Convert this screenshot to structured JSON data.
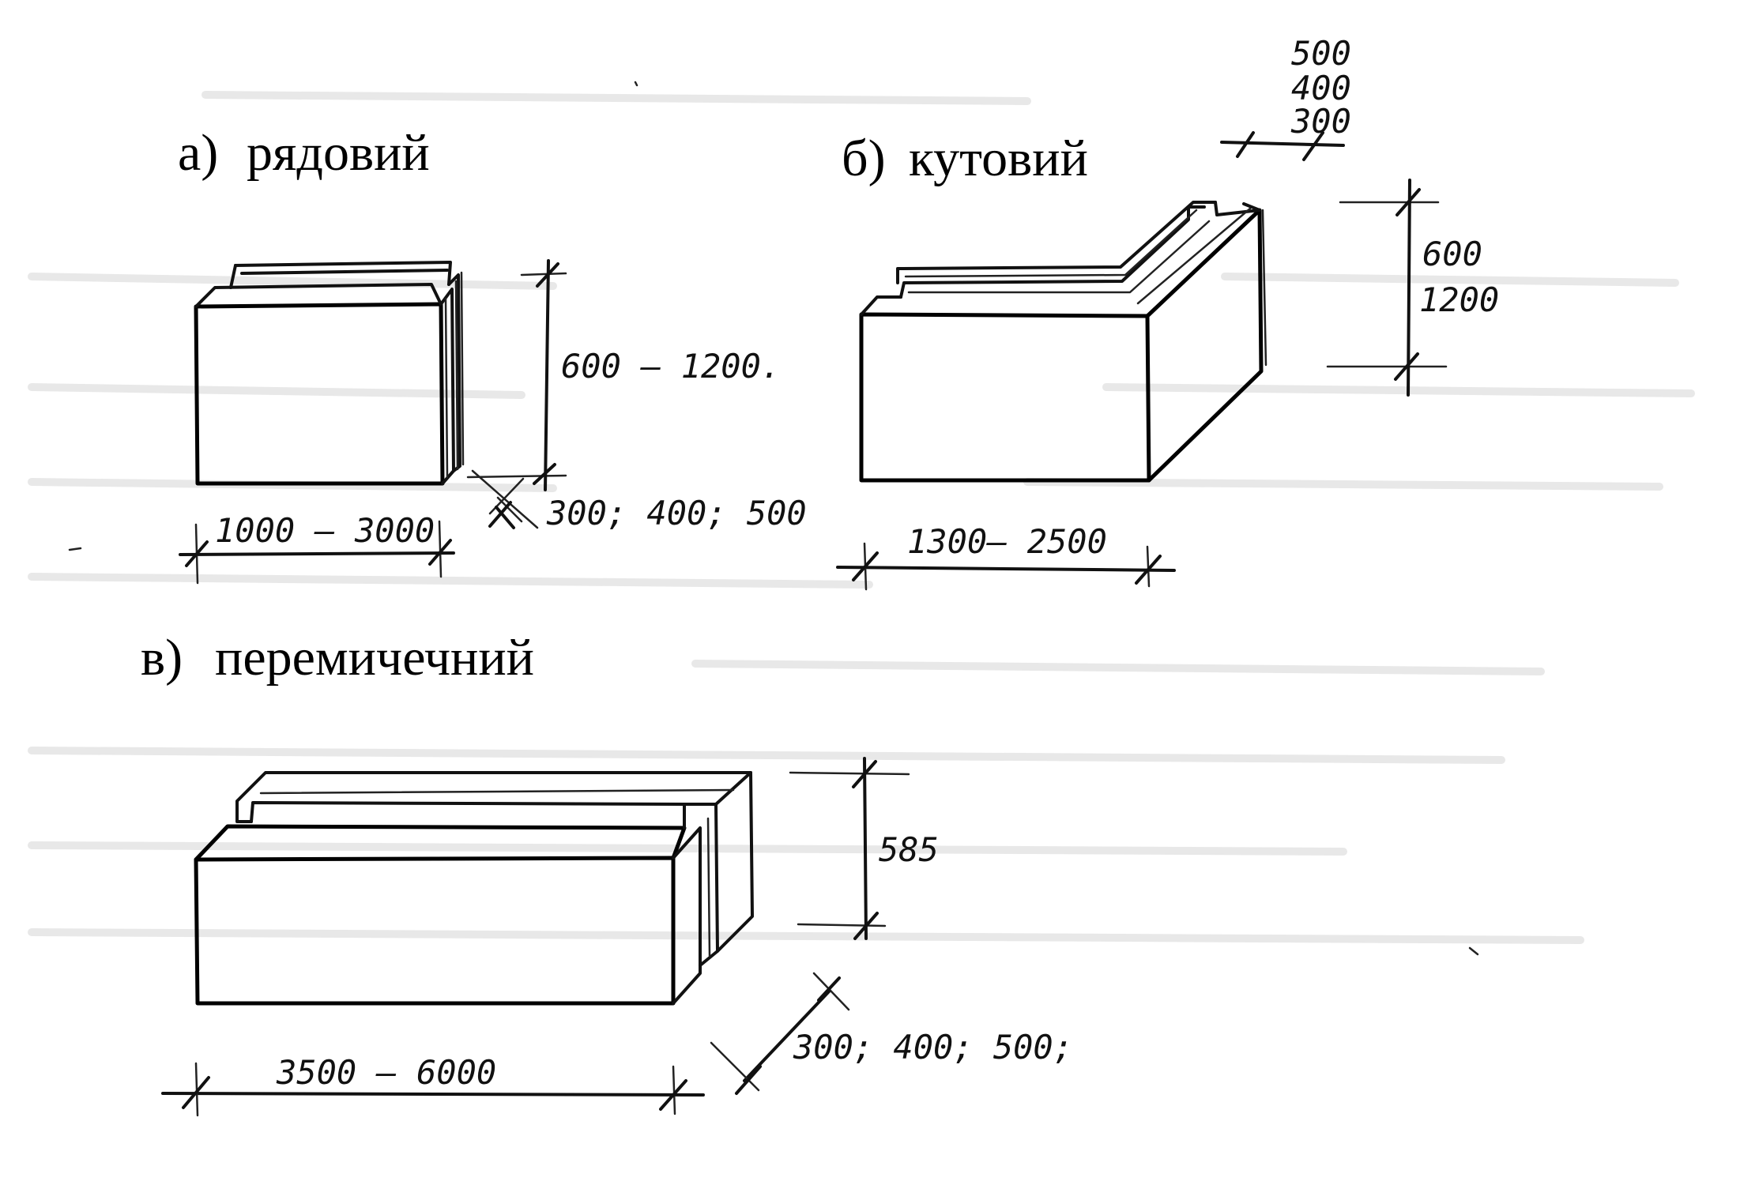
{
  "blocks": {
    "a": {
      "letter": "а)",
      "name": "рядовий",
      "length": "1000 – 3000",
      "height": "600 – 1200.",
      "thickness": "300; 400; 500"
    },
    "b": {
      "letter": "б)",
      "name": "кутовий",
      "length": "1300– 2500",
      "height_1": "600",
      "height_2": "1200",
      "width_1": "500",
      "width_2": "400",
      "width_3": "300"
    },
    "c": {
      "letter": "в)",
      "name": "перемичечний",
      "length": "3500 – 6000",
      "height": "585",
      "thickness": "300; 400; 500;"
    }
  }
}
